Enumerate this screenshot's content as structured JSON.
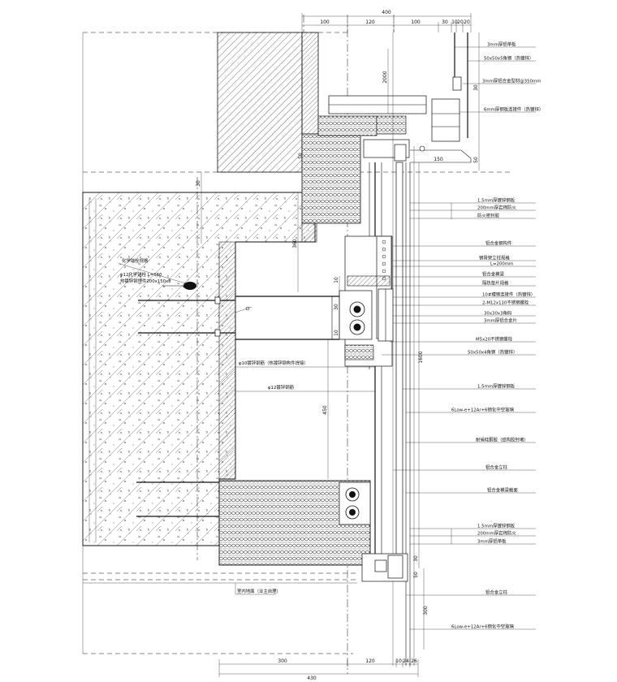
{
  "top_dimensions": {
    "overall": "400",
    "segments": [
      "100",
      "120",
      "100",
      "30",
      "10",
      "20",
      "20"
    ]
  },
  "bottom_dimensions": {
    "overall": "430",
    "segments": [
      "300",
      "120",
      "10",
      "24",
      "26"
    ]
  },
  "vertical_dimensions": {
    "upper_left": "30",
    "upper_mid": "2000",
    "upper_right": "30",
    "sill_right": "150",
    "right_small": "50",
    "bracket_left": "50",
    "height_mid": "360",
    "gap_a": "10",
    "gap_b": "30",
    "gap_c": "10",
    "lower_height": "450",
    "main_span": "1600",
    "bottom_right": "300",
    "bottom_small_a": "30",
    "bottom_small_b": "50"
  },
  "right_labels": [
    "3mm厚铝单板",
    "50x50x5角钢（热镀锌）",
    "3mm厚铝合金型材@350mm",
    "6mm厚钢板连接件（热镀锌）",
    "1.5mm厚镀锌钢板",
    "200mm厚岩棉防火",
    "防火密封胶",
    "铝合金钢构件",
    "钢骨架立柱规格",
    "L=200mm",
    "铝合金横梁",
    "隔热垫片规格",
    "10#槽钢连接件（热镀锌）",
    "2-M12x110不锈钢螺栓",
    "30x30x3角码",
    "3mm厚铝合金片",
    "M5x20不锈钢螺栓",
    "50x50x4角钢（热镀锌）",
    "1.5mm厚镀锌钢板",
    "6Low-e+12Ar+6钢化中空玻璃",
    "耐候硅酮胶（结构胶封堵）",
    "铝合金立柱",
    "铝合金横梁截面",
    "1.5mm厚镀锌钢板",
    "200mm厚岩棉防火",
    "3mm厚铝单板",
    "铝合金立柱",
    "6Low-e+12Ar+6钢化中空玻璃"
  ],
  "left_labels": {
    "anchor_a": "化学锚栓规格",
    "anchor_b": "φ12化学锚栓 L=160",
    "anchor_c": "热镀锌钢埋件200x150x8",
    "beam_note": "φ10镀锌钢筋（热镀锌钢构件焊接）",
    "rebar_note": "φ12镀锌钢筋",
    "floor_note": "室内地面（业主自理）"
  }
}
